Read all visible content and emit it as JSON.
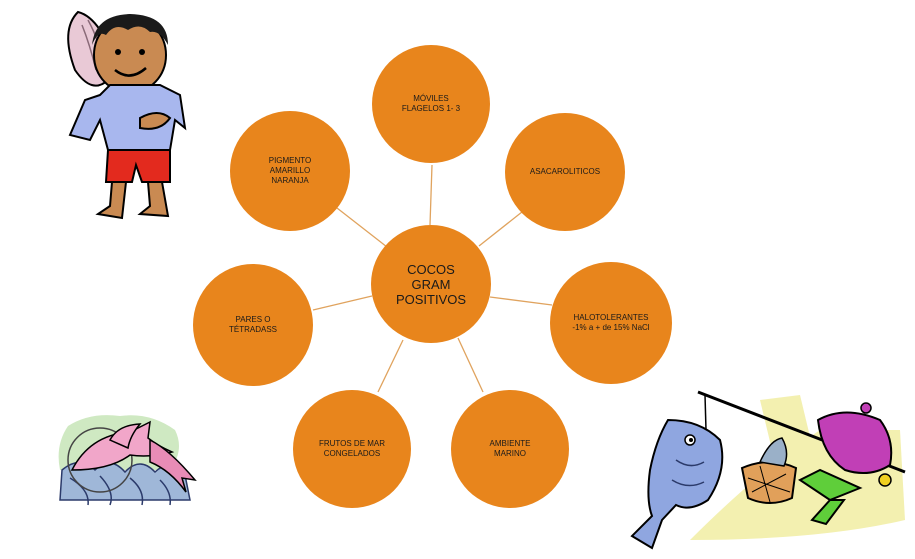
{
  "center": {
    "label": "COCOS\nGRAM\nPOSITIVOS"
  },
  "nodes": [
    {
      "label": "MÓVILES\nFLAGELOS  1- 3"
    },
    {
      "label": "ASACAROLITICOS"
    },
    {
      "label": "HALOTOLERANTES\n-1% a + de 15% NaCl"
    },
    {
      "label": "AMBIENTE\nMARINO"
    },
    {
      "label": "FRUTOS DE MAR\nCONGELADOS"
    },
    {
      "label": "PARES  O\nTÉTRADASS"
    },
    {
      "label": "PIGMENTO\nAMARILLO\nNARANJA"
    }
  ],
  "colors": {
    "node_fill": "#e8851c",
    "connector": "#e0a35e"
  },
  "clipart": [
    "boy-with-seashell",
    "dolphins",
    "fisherman-with-fish"
  ]
}
